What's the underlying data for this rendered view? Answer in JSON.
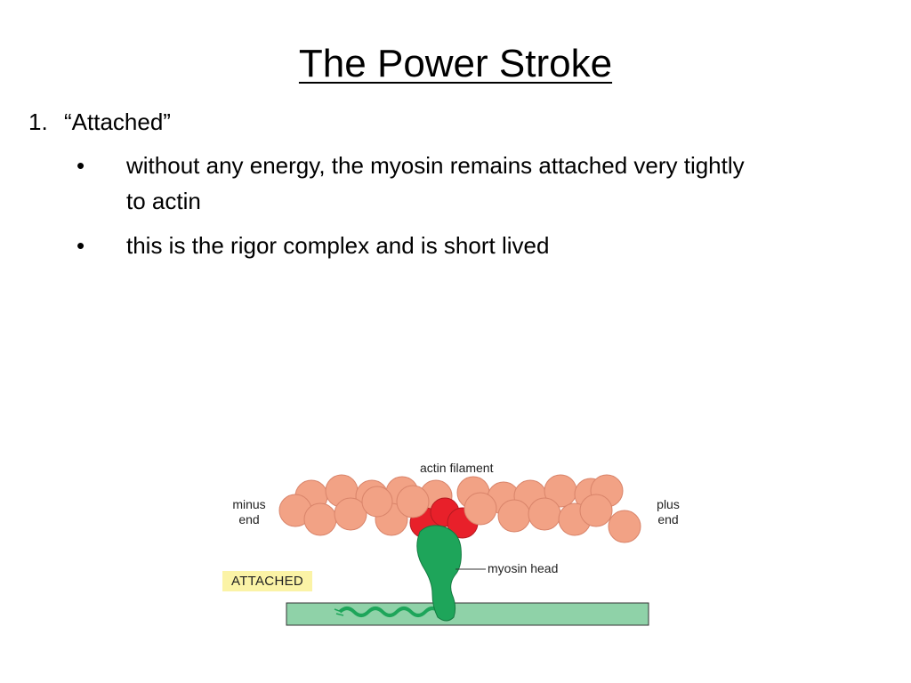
{
  "slide": {
    "title": "The Power Stroke",
    "step_number": "1.",
    "step_label": "“Attached”",
    "bullets": [
      {
        "symbol": "•",
        "text": "without any energy, the myosin remains attached very tightly to actin"
      },
      {
        "symbol": "•",
        "text": "this is the rigor complex and is short lived"
      }
    ]
  },
  "figure": {
    "actin_label": "actin filament",
    "minus_end_label": "minus end",
    "plus_end_label": "plus end",
    "myosin_label": "myosin head",
    "state_label": "ATTACHED",
    "colors": {
      "actin": "#f2a285",
      "actin_outline": "#d9846a",
      "binding_site": "#e8202a",
      "myosin": "#1ea55a",
      "thick_filament": "#8fd2a8",
      "state_highlight": "#fbf3a6"
    }
  }
}
